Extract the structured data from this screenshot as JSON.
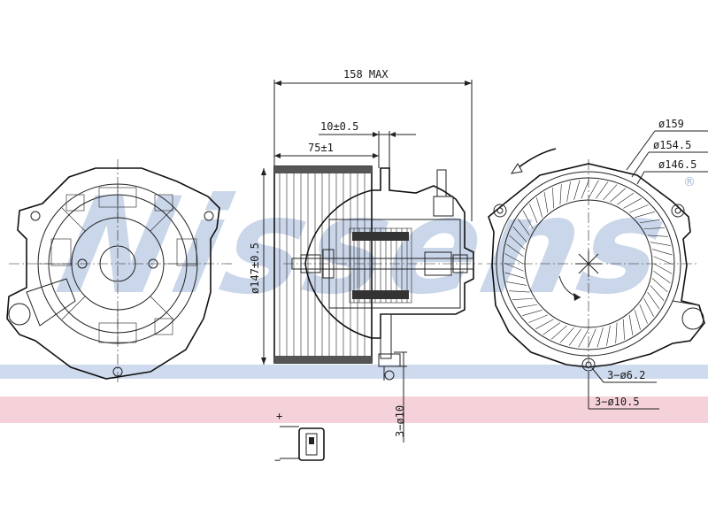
{
  "watermark": {
    "text": "Nissens",
    "registered_mark": "®"
  },
  "bands": {
    "blue_color": "#9fb6d8",
    "pink_color": "#f3c7cf"
  },
  "dimensions": {
    "overall_length": "158 MAX",
    "offset_a": "10±0.5",
    "offset_b": "75±1",
    "housing_diameter": "ø147±0.5",
    "outer_diameter": "ø159",
    "mid_diameter": "ø154.5",
    "inner_diameter": "ø146.5",
    "hole_small": "3−ø6.2",
    "hole_large": "3−ø10.5",
    "mount_hole": "3−ø10"
  },
  "connector": {
    "plus": "+",
    "minus": "−"
  }
}
